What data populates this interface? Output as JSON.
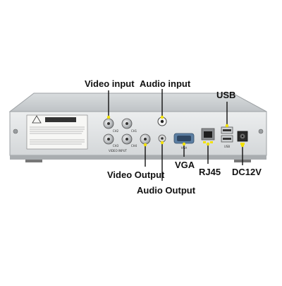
{
  "callouts": {
    "video_input": "Video input",
    "audio_input": "Audio input",
    "usb": "USB",
    "video_output": "Video Output",
    "audio_output": "Audio Output",
    "vga": "VGA",
    "rj45": "RJ45",
    "dc12v": "DC12V"
  },
  "panel_text": {
    "caution_title": "CAUTION",
    "video_input_label": "VIDEO INPUT",
    "channels": [
      "CH1",
      "CH2",
      "CH3",
      "CH4"
    ],
    "vga_label": "VGA",
    "usb_label": "USB"
  },
  "colors": {
    "background": "#ffffff",
    "chassis": "#c9cccf",
    "panel": "#e2e4e5",
    "label_yellow": "#f2e100",
    "leader_line": "#111111"
  }
}
